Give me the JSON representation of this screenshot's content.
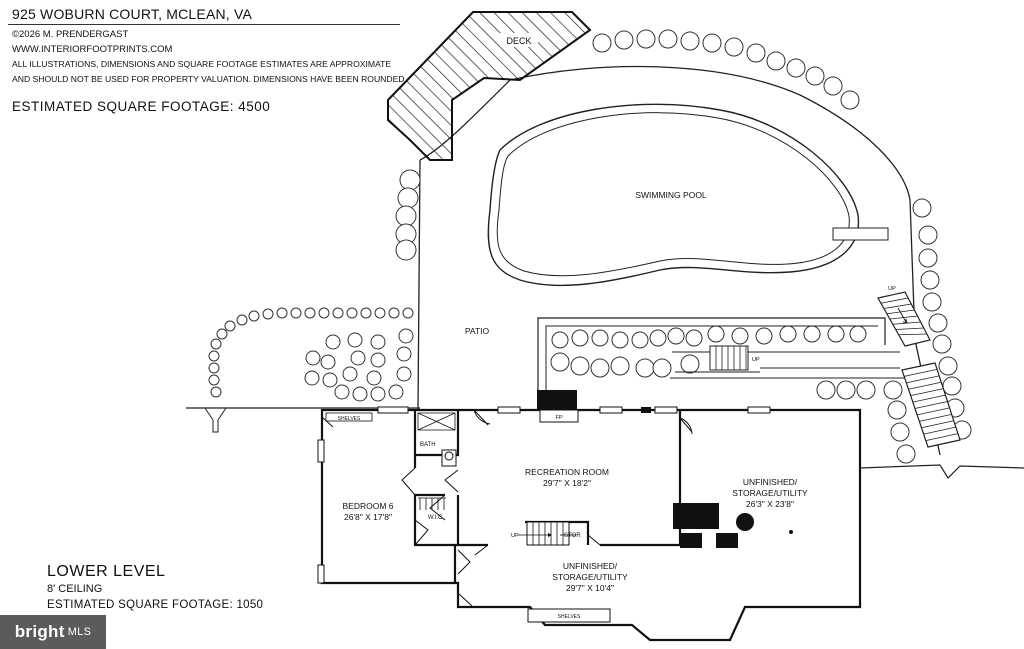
{
  "header": {
    "address": "925 WOBURN COURT, MCLEAN, VA",
    "copyright": "©2026 M. PRENDERGAST",
    "website": "WWW.INTERIORFOOTPRINTS.COM",
    "disclaimer_line1": "ALL ILLUSTRATIONS, DIMENSIONS AND SQUARE FOOTAGE ESTIMATES ARE APPROXIMATE",
    "disclaimer_line2": "AND  SHOULD NOT BE USED FOR PROPERTY VALUATION. DIMENSIONS HAVE BEEN ROUNDED.",
    "total_sqft": "ESTIMATED SQUARE FOOTAGE: 4500"
  },
  "exterior": {
    "deck": "DECK",
    "pool": "SWIMMING POOL",
    "patio": "PATIO",
    "stairs_up": "UP"
  },
  "rooms": {
    "bedroom_name": "BEDROOM 6",
    "bedroom_dims": "26'8\" X 17'8\"",
    "recreation_name": "RECREATION ROOM",
    "recreation_dims": "29'7\" X 18'2\"",
    "utility_right_name_1": "UNFINISHED/",
    "utility_right_name_2": "STORAGE/UTILITY",
    "utility_right_dims": "26'3\" X 23'8\"",
    "utility_bottom_name_1": "UNFINISHED/",
    "utility_bottom_name_2": "STORAGE/UTILITY",
    "utility_bottom_dims": "29'7\" X 10'4\"",
    "bath": "BATH",
    "wic": "W.I.C.",
    "fireplace": "FP",
    "shelves_top": "SHELVES",
    "shelves_bottom": "SHELVES",
    "stor": "STOR",
    "interior_up": "UP"
  },
  "level": {
    "title": "LOWER LEVEL",
    "ceiling": "8' CEILING",
    "sqft": "ESTIMATED SQUARE FOOTAGE: 1050"
  },
  "badge": {
    "brand": "bright",
    "mls": "MLS"
  }
}
